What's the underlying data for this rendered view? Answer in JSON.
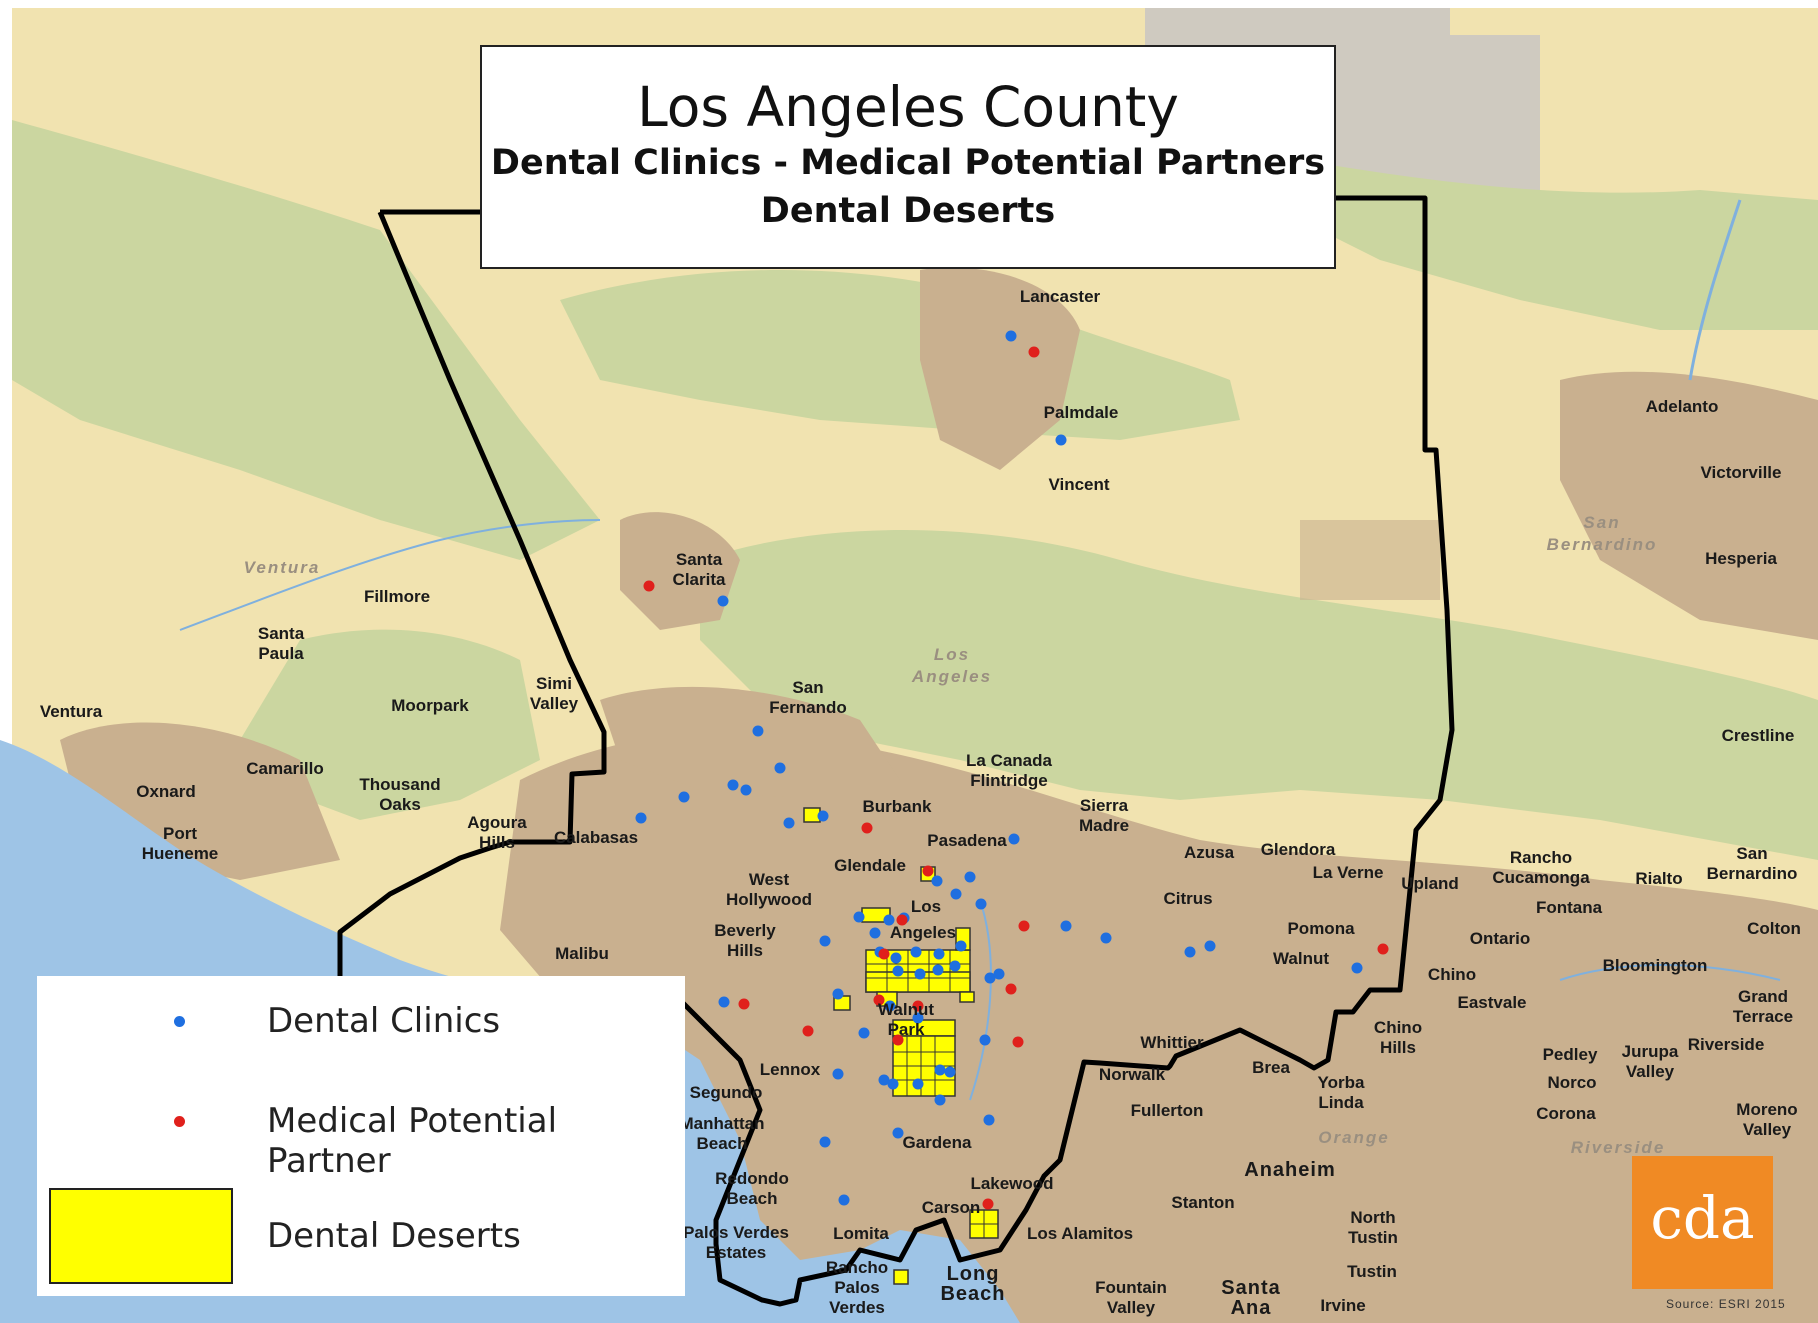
{
  "title": {
    "main": "Los Angeles County",
    "line2": "Dental Clinics - Medical Potential Partners",
    "line3": "Dental Deserts"
  },
  "legend": {
    "clinics": "Dental Clinics",
    "partner": "Medical Potential Partner",
    "deserts": "Dental Deserts"
  },
  "colors": {
    "clinic": "#1f6fe0",
    "partner": "#e0201c",
    "desert": "#ffff00",
    "land": "#f1e3b0",
    "forest": "#cbd6a0",
    "urban": "#c9b08f",
    "water": "#9ec4e6",
    "boundary": "#000000",
    "logo": "#f08a24"
  },
  "logo": "cda",
  "source": "Source: ESRI 2015",
  "places": [
    "Lancaster",
    "Palmdale",
    "Vincent",
    "Adelanto",
    "Victorville",
    "Hesperia",
    "Santa\nClarita",
    "Fillmore",
    "Santa\nPaula",
    "Ventura",
    "Simi\nValley",
    "Moorpark",
    "San\nFernando",
    "Camarillo",
    "Oxnard",
    "Thousand\nOaks",
    "Port\nHueneme",
    "Agoura\nHills",
    "Calabasas",
    "Crestline",
    "La Canada\nFlintridge",
    "Burbank",
    "Sierra\nMadre",
    "Pasadena",
    "Glendale",
    "West\nHollywood",
    "Los",
    "Angeles",
    "Azusa",
    "Glendora",
    "La Verne",
    "Upland",
    "Rancho\nCucamonga",
    "Rialto",
    "San\nBernardino",
    "Citrus",
    "Fontana",
    "Beverly\nHills",
    "Pomona",
    "Ontario",
    "Colton",
    "Walnut",
    "Malibu",
    "Chino",
    "Bloomington",
    "Eastvale",
    "Grand\nTerrace",
    "Walnut\nPark",
    "Chino\nHills",
    "Whittier",
    "Riverside",
    "Pedley",
    "Jurupa\nValley",
    "Lennox",
    "Norwalk",
    "Brea",
    "Norco",
    "Yorba\nLinda",
    "Corona",
    "Moreno\nValley",
    "Segundo",
    "Manhattan\nBeach",
    "Fullerton",
    "Gardena",
    "Redondo\nBeach",
    "Lakewood",
    "Stanton",
    "Carson",
    "Palos Verdes\nEstates",
    "Lomita",
    "Los Alamitos",
    "North\nTustin",
    "Rancho\nPalos\nVerdes",
    "Tustin",
    "Fountain\nValley",
    "Irvine"
  ],
  "big_places": [
    "Anaheim",
    "Long\nBeach",
    "Santa\nAna"
  ],
  "regions": [
    "Ventura",
    "Los\nAngeles",
    "San\nBernardino",
    "Orange",
    "Riverside"
  ]
}
